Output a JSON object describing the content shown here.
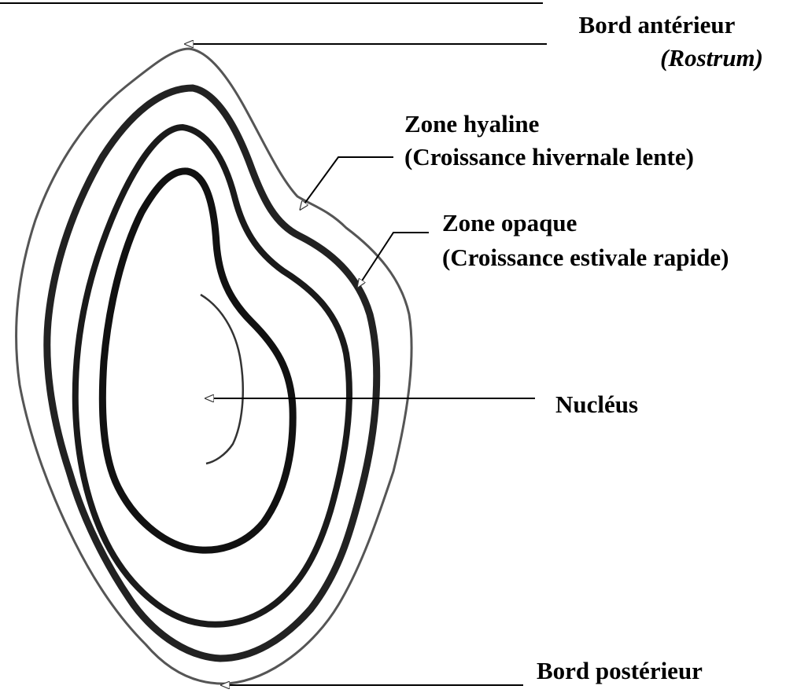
{
  "labels": {
    "bord_anterieur": "Bord antérieur",
    "rostrum": "(Rostrum)",
    "zone_hyaline": "Zone hyaline",
    "croissance_hivernale": "(Croissance hivernale lente)",
    "zone_opaque": "Zone opaque",
    "croissance_estivale": "(Croissance estivale rapide)",
    "nucleus": "Nucléus",
    "bord_posterieur": "Bord postérieur"
  },
  "colors": {
    "ink": "#000000",
    "outline": "#444444",
    "background": "#ffffff"
  }
}
